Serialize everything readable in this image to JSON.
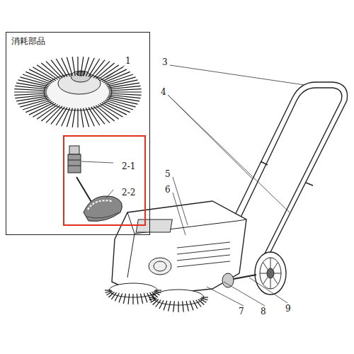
{
  "diagram": {
    "nodes": [
      {
        "text": [
          "消耗部品"
        ]
      },
      {
        "text": [
          "2-1",
          "2-2"
        ],
        "in": 0
      }
    ],
    "labels": [
      "1",
      "3",
      "4",
      "5",
      "6",
      "7",
      "8",
      "9"
    ]
  }
}
